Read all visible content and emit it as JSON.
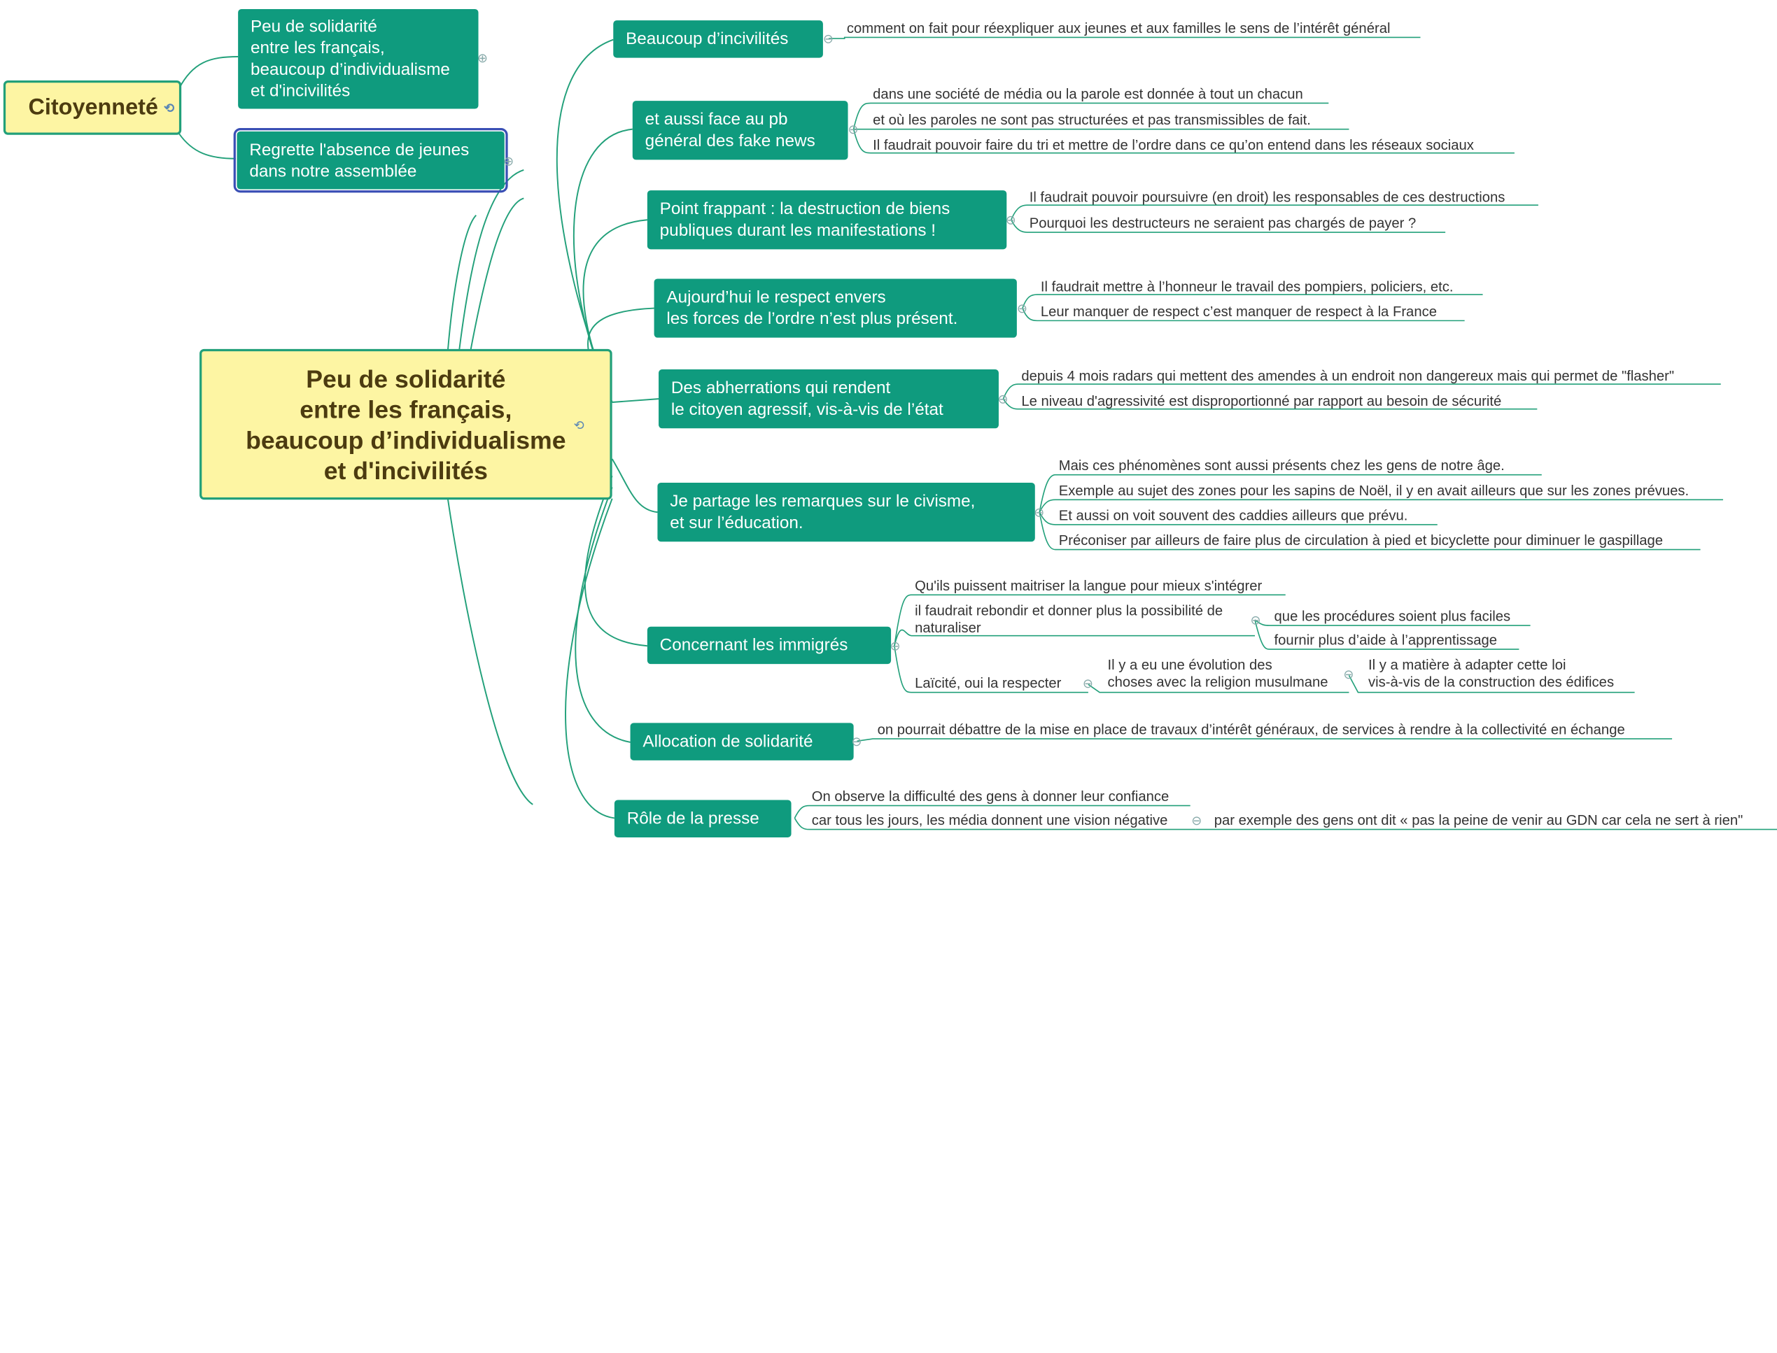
{
  "colors": {
    "accent": "#0f9b7e",
    "central_fill": "#fdf5a3",
    "central_text": "#4c3b10",
    "leaf_text": "#333333",
    "connector": "#22a07a"
  },
  "citoyennete": {
    "title": "Citoyenneté",
    "child1": [
      "Peu de solidarité",
      "entre les français,",
      "beaucoup d’individualisme",
      "et d'incivilités"
    ],
    "child2": [
      "Regrette l'absence de jeunes",
      "dans notre assemblée"
    ]
  },
  "central": [
    "Peu de solidarité",
    "entre les français,",
    "beaucoup d’individualisme",
    "et d'incivilités"
  ],
  "topics": [
    {
      "lines": [
        "Beaucoup d’incivilités"
      ],
      "leaves": [
        "comment on fait pour réexpliquer aux jeunes et aux familles le sens de l’intérêt général"
      ]
    },
    {
      "lines": [
        "et aussi face au pb",
        "général des fake news"
      ],
      "leaves": [
        "dans une société de média ou la parole est donnée à tout un chacun",
        "et où les paroles ne sont pas structurées et pas transmissibles de fait.",
        "Il faudrait pouvoir faire du tri et mettre de l’ordre dans ce qu’on entend dans les réseaux sociaux"
      ]
    },
    {
      "lines": [
        "Point frappant : la destruction de biens",
        "publiques durant les manifestations !"
      ],
      "leaves": [
        "Il faudrait pouvoir poursuivre (en droit) les responsables de ces destructions",
        "Pourquoi les destructeurs ne seraient pas chargés de payer ?"
      ]
    },
    {
      "lines": [
        "Aujourd’hui le respect envers",
        "les forces de l’ordre n’est plus présent."
      ],
      "leaves": [
        "Il faudrait mettre à l’honneur le travail des pompiers, policiers, etc.",
        "Leur manquer de respect c’est manquer de respect à la France"
      ]
    },
    {
      "lines": [
        "Des abherrations qui rendent",
        "le citoyen agressif, vis-à-vis de l’état"
      ],
      "leaves": [
        "depuis 4 mois radars qui mettent des amendes à un endroit non dangereux mais qui permet de \"flasher\"",
        "Le niveau d'agressivité est disproportionné par rapport au besoin de sécurité"
      ]
    },
    {
      "lines": [
        "Je partage les remarques sur le civisme,",
        "et sur l’éducation."
      ],
      "leaves": [
        "Mais ces phénomènes sont aussi présents chez les gens de notre âge.",
        "Exemple au sujet des zones pour les sapins de Noël, il y en avait ailleurs que sur les zones prévues.",
        "Et aussi on voit souvent des caddies ailleurs que prévu.",
        "Préconiser par ailleurs de faire plus de circulation à pied et bicyclette pour diminuer le gaspillage"
      ]
    },
    {
      "lines": [
        "Concernant les immigrés"
      ],
      "leaves": [
        "Qu'ils puissent maitriser la langue pour mieux s'intégrer"
      ],
      "sub1": {
        "label": [
          "il faudrait rebondir et donner plus la possibilité de",
          "naturaliser"
        ],
        "children": [
          "que les procédures soient plus faciles",
          "fournir plus d’aide à l’apprentissage"
        ]
      },
      "sub2": {
        "label": "Laïcité, oui la respecter",
        "child": [
          "Il y a eu une évolution des",
          "choses avec la religion musulmane"
        ],
        "grandchild": [
          "Il y a matière à adapter cette loi",
          "vis-à-vis de la construction des édifices"
        ]
      }
    },
    {
      "lines": [
        "Allocation de solidarité"
      ],
      "leaves": [
        "on pourrait débattre de la mise en place de travaux d’intérêt généraux, de services à rendre à la collectivité en échange"
      ]
    },
    {
      "lines": [
        "Rôle de la presse"
      ],
      "leaves": [
        "On observe la difficulté des gens à donner leur confiance",
        "car tous les jours, les média donnent une vision négative"
      ],
      "grand": "par exemple des gens ont dit « pas la peine de venir au GDN car cela ne sert à rien\""
    }
  ]
}
